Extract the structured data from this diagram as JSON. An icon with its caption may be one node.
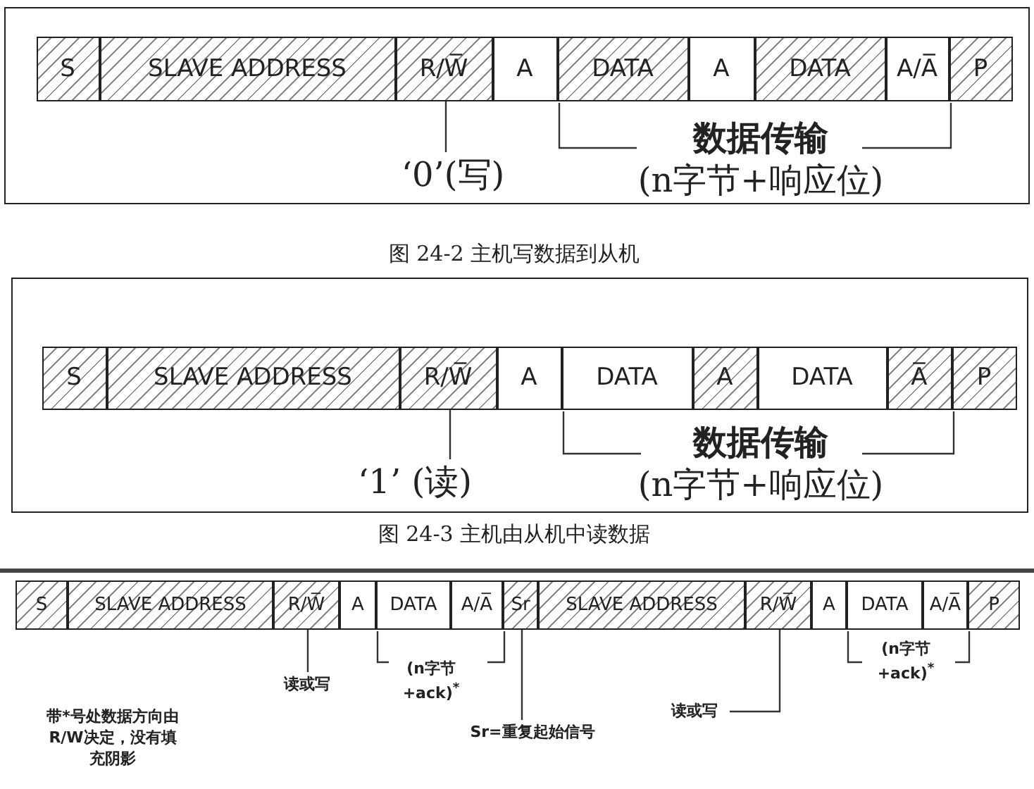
{
  "diagram": {
    "nodes": [
      {
        "text": [],
        "shape": "box"
      },
      {
        "text": [
          "S"
        ],
        "in": 0
      },
      {
        "text": [
          "SLAVE ADDRESS"
        ],
        "in": 0
      },
      {
        "text": [
          "R/W̅"
        ],
        "in": 0
      },
      {
        "text": [
          "A"
        ],
        "in": 0
      },
      {
        "text": [
          "DATA"
        ],
        "in": 0
      },
      {
        "text": [
          "A"
        ],
        "in": 0
      },
      {
        "text": [
          "DATA"
        ],
        "in": 0
      },
      {
        "text": [
          "A/A̅"
        ],
        "in": 0
      },
      {
        "text": [
          "P"
        ],
        "in": 0
      },
      {
        "text": [
          "‘0’(写)"
        ],
        "in": 0
      },
      {
        "text": [],
        "shape": "box"
      },
      {
        "text": [
          "S"
        ],
        "in": 11
      },
      {
        "text": [
          "SLAVE ADDRESS"
        ],
        "in": 11
      },
      {
        "text": [
          "R/W̅"
        ],
        "in": 11
      },
      {
        "text": [
          "A"
        ],
        "in": 11
      },
      {
        "text": [
          "DATA"
        ],
        "in": 11
      },
      {
        "text": [
          "A"
        ],
        "in": 11
      },
      {
        "text": [
          "DATA"
        ],
        "in": 11
      },
      {
        "text": [
          "A̅"
        ],
        "in": 11
      },
      {
        "text": [
          "P"
        ],
        "in": 11
      },
      {
        "text": [
          "‘1’ (读)"
        ],
        "in": 11
      },
      {
        "text": [
          "S"
        ]
      },
      {
        "text": [
          "SLAVE ADDRESS"
        ]
      },
      {
        "text": [
          "R/W̅"
        ]
      },
      {
        "text": [
          "A"
        ]
      },
      {
        "text": [
          "DATA"
        ]
      },
      {
        "text": [
          "A/A̅"
        ]
      },
      {
        "text": [
          "Sr"
        ]
      },
      {
        "text": [
          "SLAVE ADDRESS"
        ]
      },
      {
        "text": [
          "R/W̅"
        ]
      },
      {
        "text": [
          "A"
        ]
      },
      {
        "text": [
          "DATA"
        ]
      },
      {
        "text": [
          "A/A̅"
        ]
      },
      {
        "text": [
          "P"
        ]
      },
      {
        "text": [
          "读或写"
        ]
      },
      {
        "text": [
          "Sr=重复起始信号"
        ]
      },
      {
        "text": [
          "读或写"
        ]
      }
    ],
    "edges": [
      {
        "from": 10,
        "to": 3,
        "arrow": "none"
      },
      {
        "from": 21,
        "to": 14,
        "arrow": "none"
      },
      {
        "from": 35,
        "to": 24,
        "arrow": "none"
      },
      {
        "from": 36,
        "to": 28,
        "arrow": "none"
      },
      {
        "from": 37,
        "to": 30,
        "arrow": "none"
      }
    ],
    "labels": [
      "数据传输",
      "(n字节+响应位)",
      "图 24-2 主机写数据到从机",
      "数据传输",
      "(n字节+响应位)",
      "图 24-3 主机由从机中读数据",
      "(n字节 +ack)$^{*}$",
      "(n字节 +ack)$^{*}$",
      "带*号处数据方向由R/W决定，没有填充阴影"
    ]
  }
}
